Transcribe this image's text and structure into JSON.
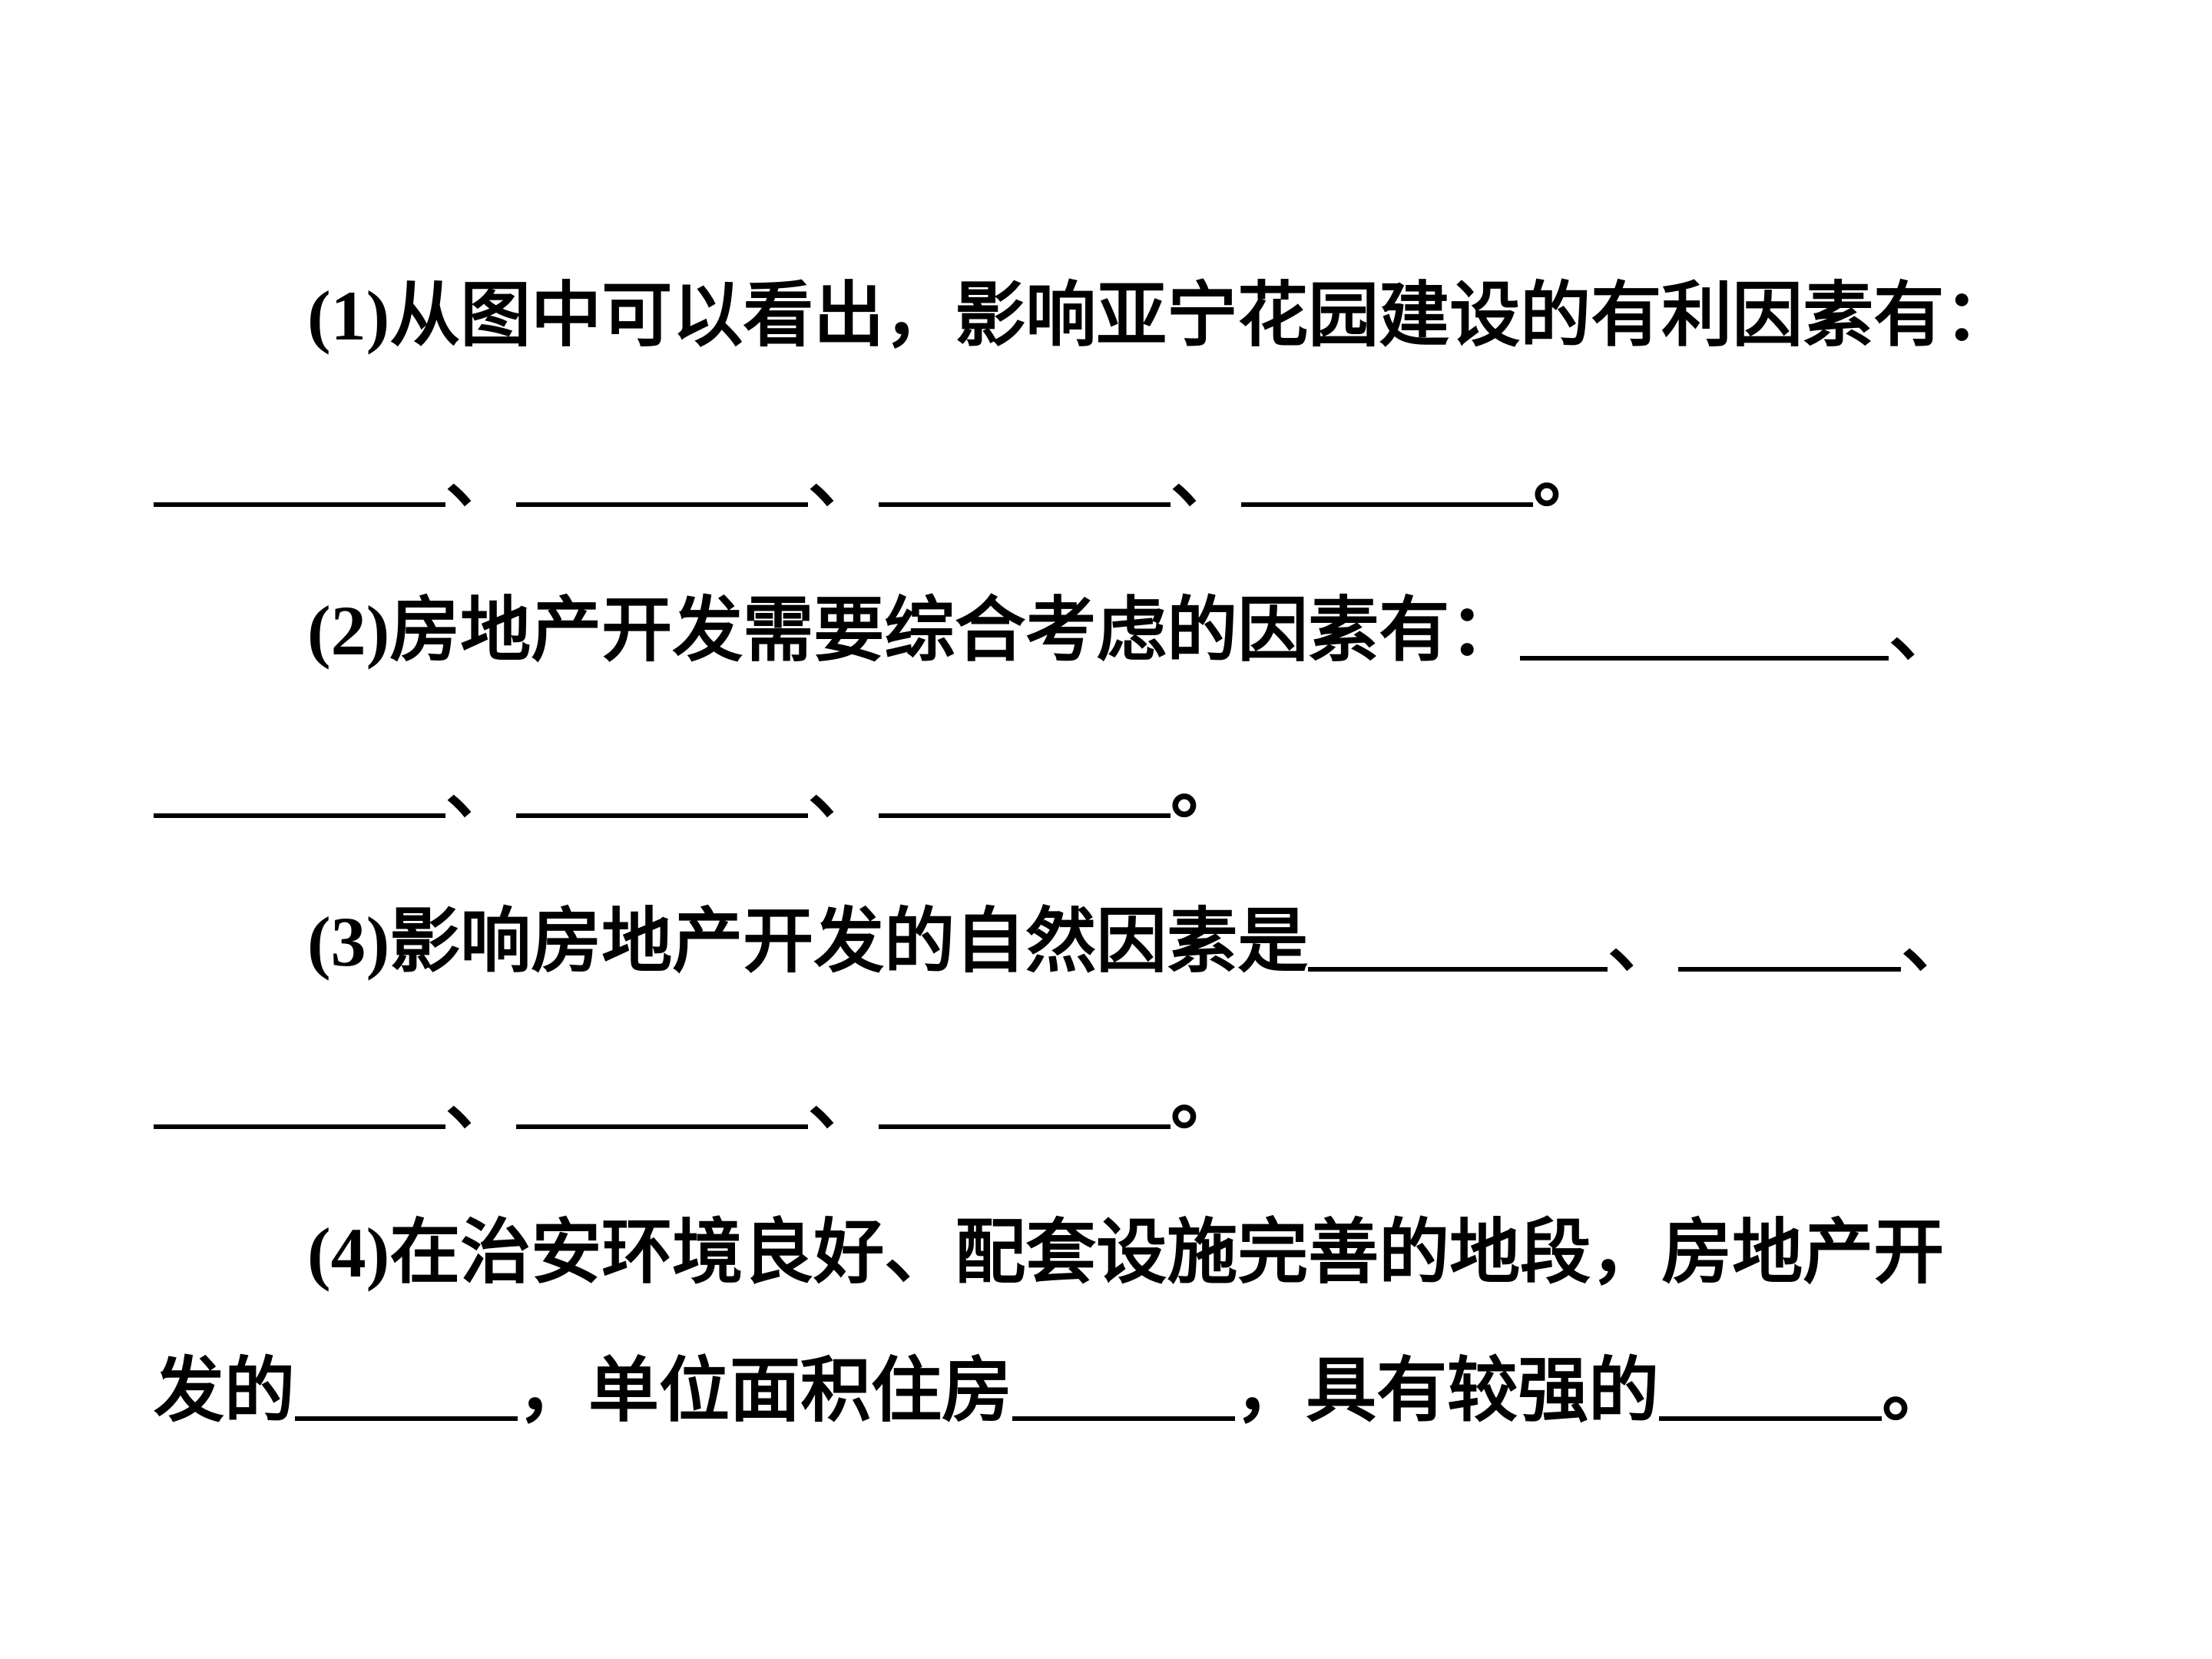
{
  "q1": {
    "num": "(1)",
    "text": "从图中可以看出，影响亚宁花园建设的有利因素有：",
    "sep": "、",
    "end": "。"
  },
  "q2": {
    "num": "(2)",
    "text": "房地产开发需要综合考虑的因素有：",
    "sep": "、",
    "end": "。"
  },
  "q3": {
    "num": "(3)",
    "text": "影响房地产开发的自然因素是",
    "sep": "、",
    "end": "。"
  },
  "q4": {
    "num": "(4)",
    "text_a": "在治安环境良好、配套设施完善的地段，房地产开",
    "text_b": "发的",
    "comma": "，",
    "text_c": "单位面积住房",
    "text_d": "具有较强的",
    "end": "。"
  }
}
